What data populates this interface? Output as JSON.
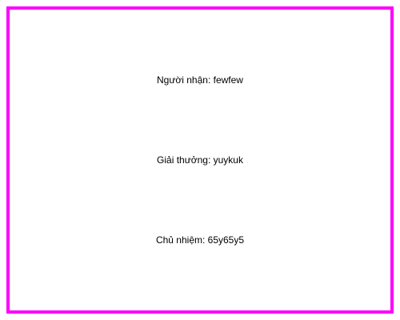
{
  "colors": {
    "border": "#ff00ff",
    "background": "#ffffff",
    "text": "#000000"
  },
  "certificate": {
    "recipient": "Người nhận: fewfew",
    "award": "Giải thưởng: yuykuk",
    "chairman": "Chủ nhiệm: 65y65y5"
  }
}
